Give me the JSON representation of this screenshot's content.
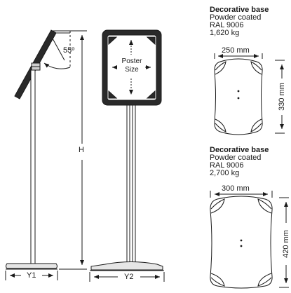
{
  "stand_labels": {
    "angle": "55º",
    "height": "H",
    "width_side": "Y1",
    "width_front": "Y2",
    "poster_line1": "Poster",
    "poster_line2": "Size"
  },
  "bases": [
    {
      "title": "Decorative base",
      "finish": "Powder coated",
      "color": "RAL 9006",
      "weight": "1,620 kg",
      "width": "250 mm",
      "depth": "330 mm"
    },
    {
      "title": "Decorative base",
      "finish": "Powder coated",
      "color": "RAL 9006",
      "weight": "2,700 kg",
      "width": "300 mm",
      "depth": "420 mm"
    }
  ]
}
